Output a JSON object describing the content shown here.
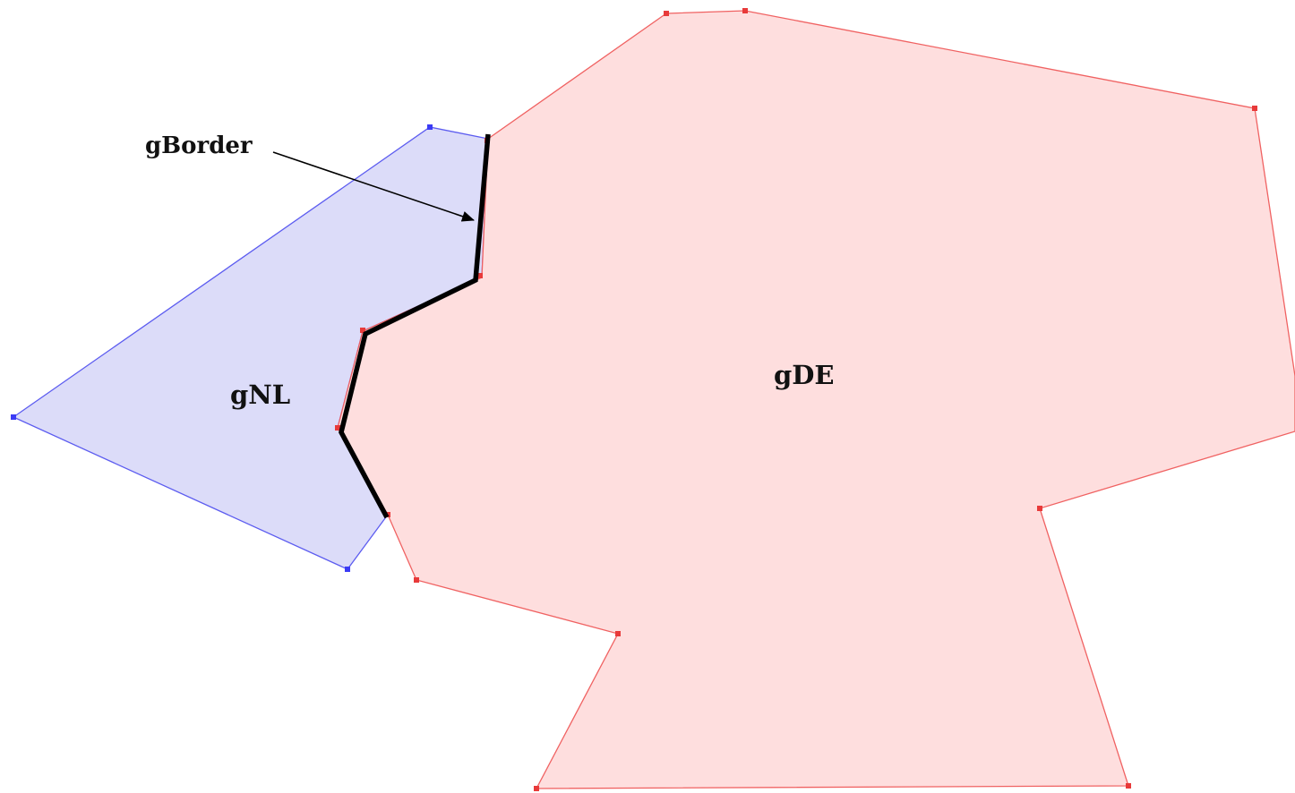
{
  "regions": [
    {
      "id": "nl",
      "label": "gNL",
      "fill": "#dcdcf9",
      "stroke": "#5c5cf0",
      "vertex_color": "#3b3bf5"
    },
    {
      "id": "de",
      "label": "gDE",
      "fill": "#fedcdc",
      "stroke": "#f06262",
      "vertex_color": "#e83a3a"
    }
  ],
  "border": {
    "label": "gBorder",
    "color": "#000000"
  },
  "arrow": {
    "color": "#000000"
  }
}
